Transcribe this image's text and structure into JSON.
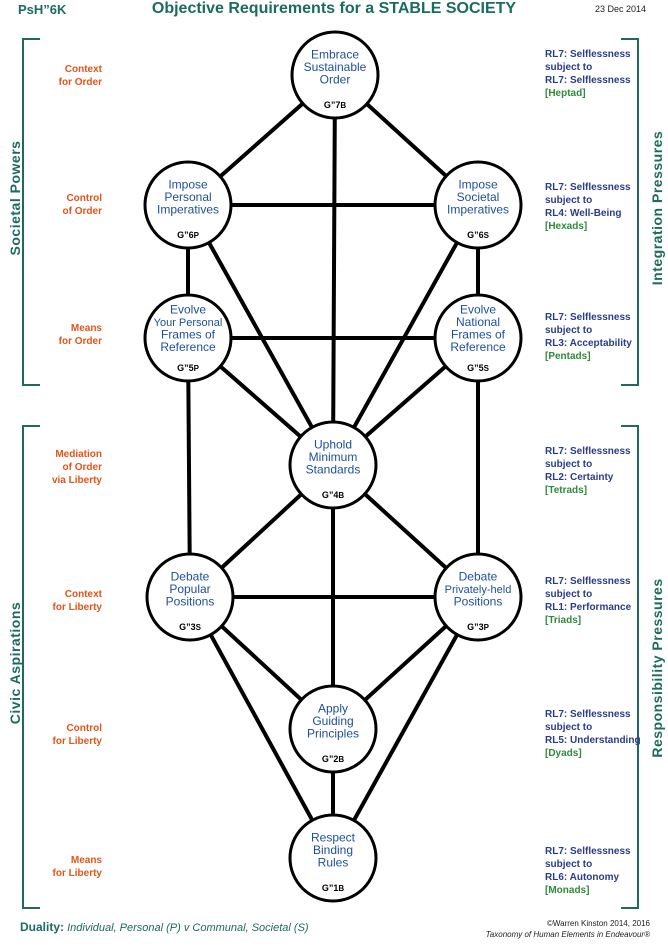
{
  "header": {
    "code": "PsH”6K",
    "title": "Objective Requirements for a STABLE SOCIETY",
    "date": "23 Dec 2014"
  },
  "left_groups": {
    "top": "Societal  Powers",
    "bottom": "Civic  Aspirations"
  },
  "right_groups": {
    "top": "Integration Pressures",
    "bottom": "Responsibility Pressures"
  },
  "left_labels": [
    {
      "line1": "Context",
      "line2": "for Order",
      "line3": ""
    },
    {
      "line1": "Control",
      "line2": "of Order",
      "line3": ""
    },
    {
      "line1": "Means",
      "line2": "for Order",
      "line3": ""
    },
    {
      "line1": "Mediation",
      "line2": "of Order",
      "line3": "via Liberty"
    },
    {
      "line1": "Context",
      "line2": "for Liberty",
      "line3": ""
    },
    {
      "line1": "Control",
      "line2": "for Liberty",
      "line3": ""
    },
    {
      "line1": "Means",
      "line2": "for Liberty",
      "line3": ""
    }
  ],
  "right_labels": [
    {
      "line1": "RL7:  Selflessness",
      "line2": "subject to",
      "line3": "RL7:  Selflessness",
      "group": "[Heptad]"
    },
    {
      "line1": "RL7:  Selflessness",
      "line2": "subject to",
      "line3": "RL4:  Well-Being",
      "group": "[Hexads]"
    },
    {
      "line1": "RL7:  Selflessness",
      "line2": "subject to",
      "line3": "RL3:  Acceptability",
      "group": "[Pentads]"
    },
    {
      "line1": "RL7:  Selflessness",
      "line2": "subject to",
      "line3": "RL2:  Certainty",
      "group": "[Tetrads]"
    },
    {
      "line1": "RL7:  Selflessness",
      "line2": "subject to",
      "line3": "RL1:  Performance",
      "group": "[Triads]"
    },
    {
      "line1": "RL7:  Selflessness",
      "line2": "subject to",
      "line3": "RL5:  Understanding",
      "group": "[Dyads]"
    },
    {
      "line1": "RL7:  Selflessness",
      "line2": "subject to",
      "line3": "RL6:  Autonomy",
      "group": "[Monads]"
    }
  ],
  "nodes": {
    "g7b": {
      "lines": [
        "Embrace",
        "Sustainable",
        "Order"
      ],
      "code": "G”7",
      "sub": "B"
    },
    "g6p": {
      "lines": [
        "Impose",
        "Personal",
        "Imperatives"
      ],
      "code": "G”6",
      "sub": "P"
    },
    "g6s": {
      "lines": [
        "Impose",
        "Societal",
        "Imperatives"
      ],
      "code": "G”6",
      "sub": "S"
    },
    "g5p": {
      "lines": [
        "Evolve",
        "Your Personal",
        "Frames of",
        "Reference"
      ],
      "code": "G”5",
      "sub": "P"
    },
    "g5s": {
      "lines": [
        "Evolve",
        "National",
        "Frames of",
        "Reference"
      ],
      "code": "G”5",
      "sub": "S"
    },
    "g4b": {
      "lines": [
        "Uphold",
        "Minimum",
        "Standards"
      ],
      "code": "G”4",
      "sub": "B"
    },
    "g3s": {
      "lines": [
        "Debate",
        "Popular",
        "Positions"
      ],
      "code": "G”3",
      "sub": "S"
    },
    "g3p": {
      "lines": [
        "Debate",
        "Privately-held",
        "Positions"
      ],
      "code": "G”3",
      "sub": "P"
    },
    "g2b": {
      "lines": [
        "Apply",
        "Guiding",
        "Principles"
      ],
      "code": "G”2",
      "sub": "B"
    },
    "g1b": {
      "lines": [
        "Respect",
        "Binding",
        "Rules"
      ],
      "code": "G”1",
      "sub": "B"
    }
  },
  "footer": {
    "duality_label": "Duality:",
    "duality_text": "Individual, Personal (P)  v  Communal, Societal (S)",
    "copyright": "©Warren Kinston 2014, 2016",
    "taxonomy": "Taxonomy of Human Elements in Endeavour®"
  },
  "colors": {
    "teal": "#1b6b5e",
    "orange": "#e2541a",
    "navy": "#2a3c8c",
    "green": "#2f8a3b",
    "node_text": "#1d4f9c"
  }
}
